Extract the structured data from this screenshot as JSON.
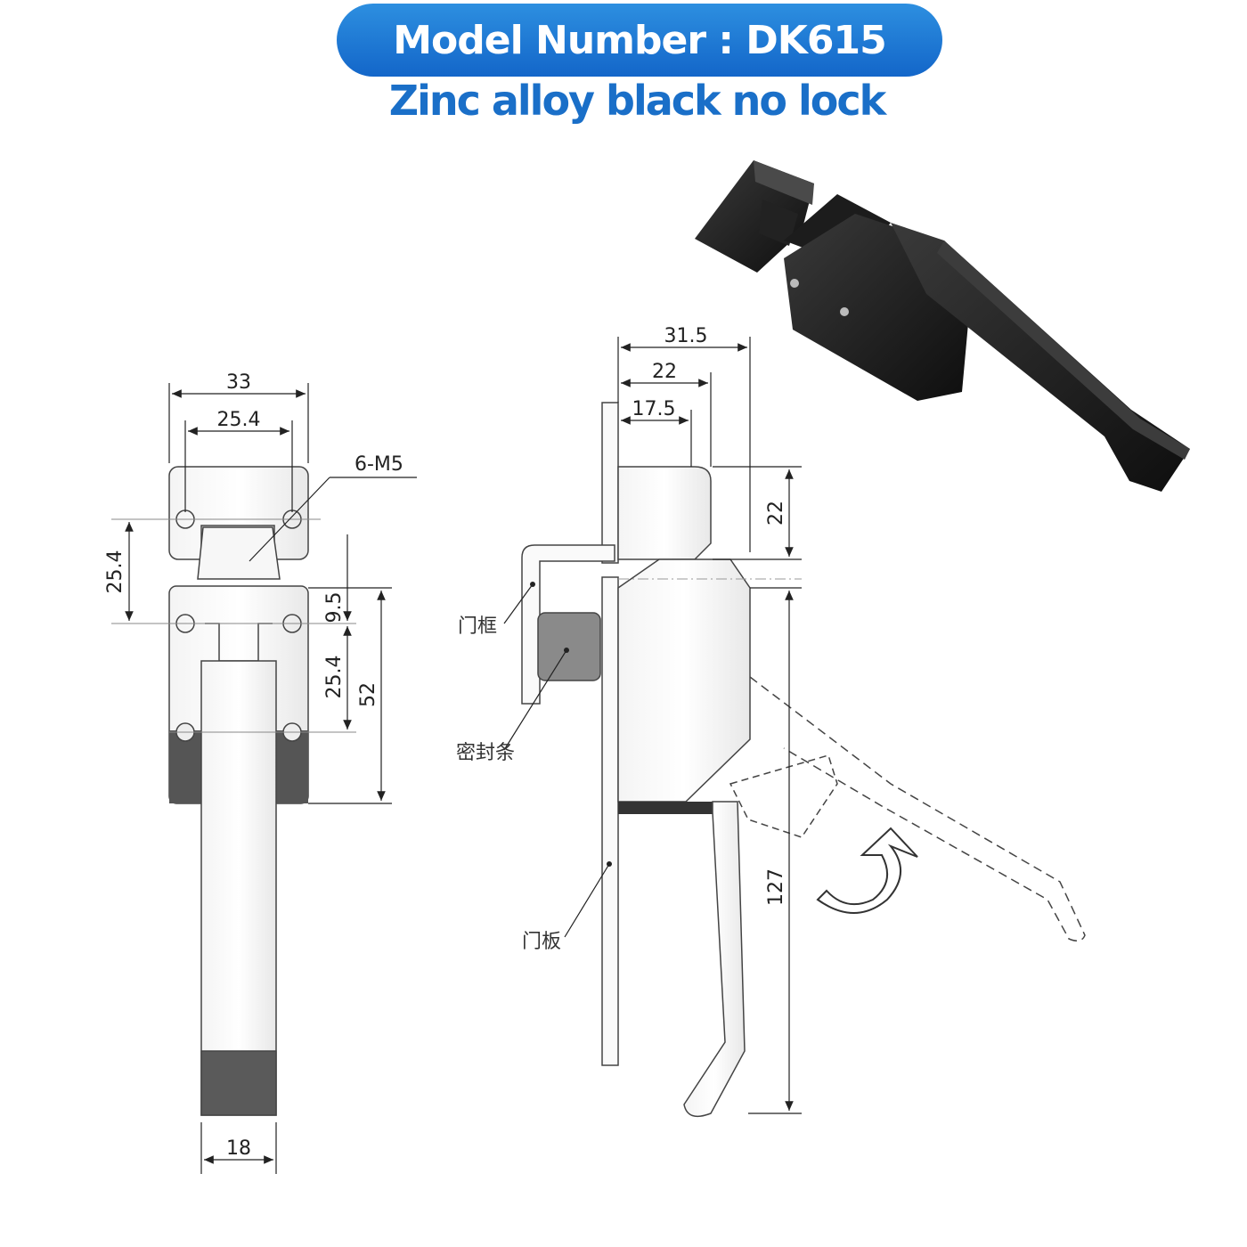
{
  "header": {
    "model_label": "Model Number : DK615",
    "subtitle": "Zinc alloy black no lock"
  },
  "front_view": {
    "dims": {
      "width_top": "33",
      "hole_spacing_top": "25.4",
      "thread": "6-M5",
      "hole_spacing_left": "25.4",
      "offset": "9.5",
      "hole_spacing_right": "25.4",
      "height": "52",
      "handle_width": "18"
    }
  },
  "side_view": {
    "dims": {
      "depth_total": "31.5",
      "depth_mid": "22",
      "depth_small": "17.5",
      "keeper_height": "22",
      "handle_length": "127"
    },
    "labels": {
      "door_frame": "门框",
      "seal_strip": "密封条",
      "door_panel": "门板"
    }
  },
  "colors": {
    "banner": "#1b74d4",
    "subtitle": "#1a6fc8",
    "product_black": "#1a1a1a",
    "line": "#333333"
  }
}
